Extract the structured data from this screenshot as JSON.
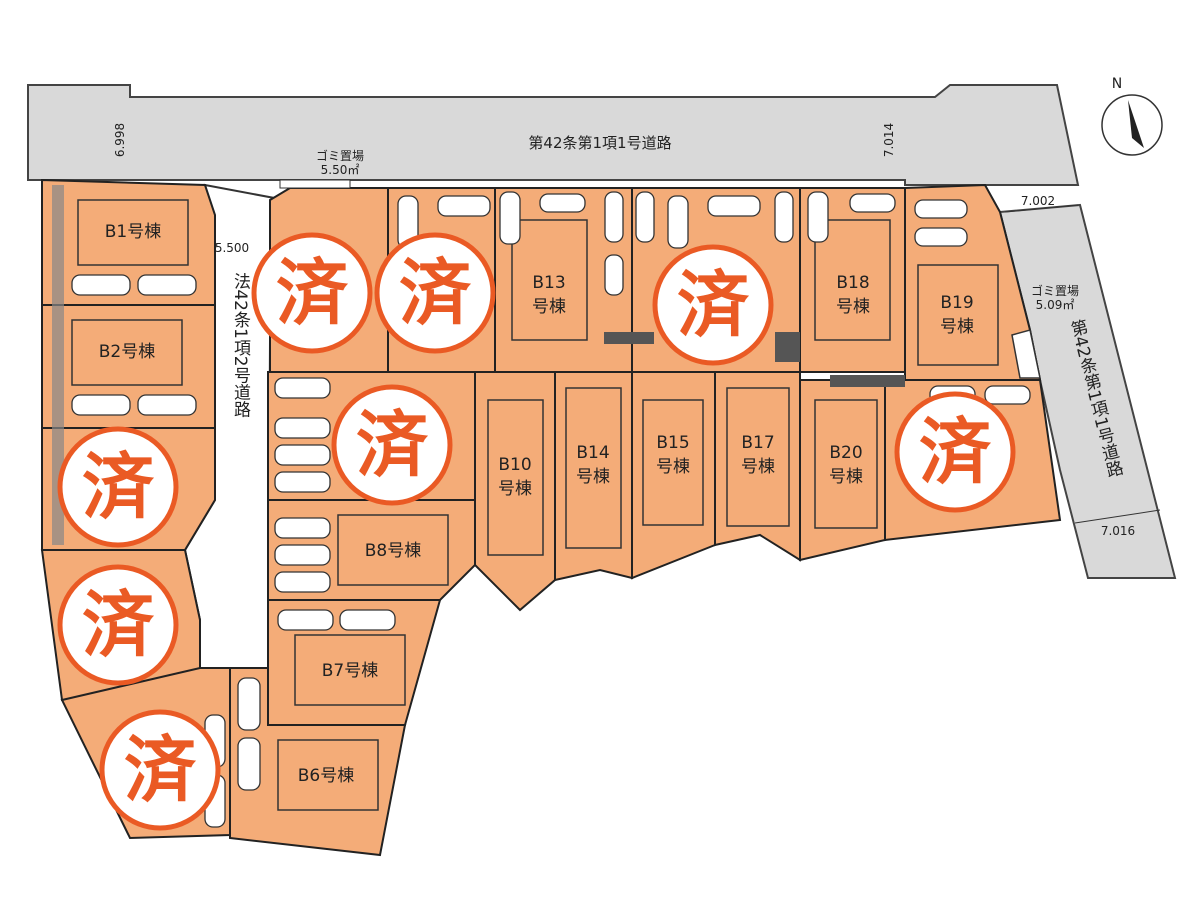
{
  "roads": {
    "north_road": "第42条第1項1号道路",
    "east_road": "第42条第1項1号道路",
    "private_road": "法42条1項2号道路"
  },
  "widths": {
    "w1": "6.998",
    "w2": "7.014",
    "w3": "7.002",
    "w4": "7.016",
    "w5": "5.500"
  },
  "garbage": {
    "north_title": "ゴミ置場",
    "north_size": "5.50㎡",
    "east_title": "ゴミ置場",
    "east_size": "5.09㎡"
  },
  "compass": {
    "label": "N"
  },
  "sold_mark": "済",
  "lots": {
    "b1": "B1号棟",
    "b2": "B2号棟",
    "b6": "B6号棟",
    "b7": "B7号棟",
    "b8": "B8号棟",
    "b10": [
      "B10",
      "号棟"
    ],
    "b13": [
      "B13",
      "号棟"
    ],
    "b14": [
      "B14",
      "号棟"
    ],
    "b15": [
      "B15",
      "号棟"
    ],
    "b17": [
      "B17",
      "号棟"
    ],
    "b18": [
      "B18",
      "号棟"
    ],
    "b19": [
      "B19",
      "号棟"
    ],
    "b20": [
      "B20",
      "号棟"
    ]
  },
  "colors": {
    "lot": "#f4ac78",
    "road": "#d9d9d9",
    "sold": "#ea5a24"
  }
}
